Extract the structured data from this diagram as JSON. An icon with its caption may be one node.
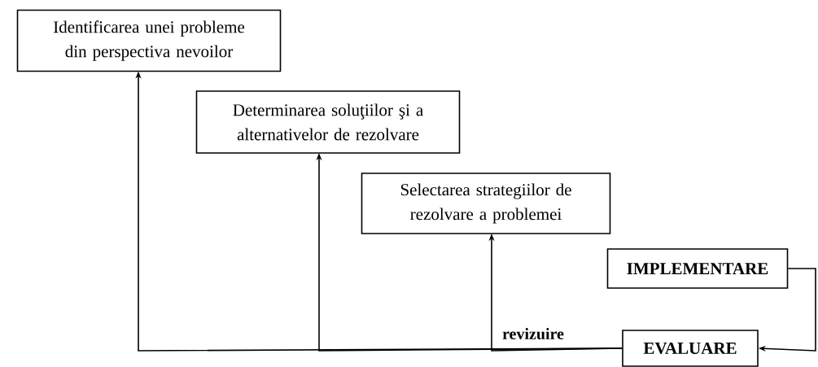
{
  "diagram": {
    "nodes": [
      {
        "text": [
          "Identificarea unei probleme din perspectiva nevoilor"
        ]
      },
      {
        "text": [
          "Determinarea soluţiilor şi a alternativelor de rezolvare"
        ]
      },
      {
        "text": [
          "Selectarea strategiilor de rezolvare a problemei"
        ]
      },
      {
        "text": [
          "IMPLEMENTARE"
        ]
      },
      {
        "text": [
          "EVALUARE"
        ]
      }
    ],
    "edges": [
      {
        "from": 4,
        "to": 0,
        "arrow": "to",
        "label": "revizuire"
      },
      {
        "from": 4,
        "to": 1,
        "arrow": "to"
      },
      {
        "from": 4,
        "to": 2,
        "arrow": "to"
      },
      {
        "from": 3,
        "to": 4,
        "arrow": "to"
      }
    ]
  }
}
